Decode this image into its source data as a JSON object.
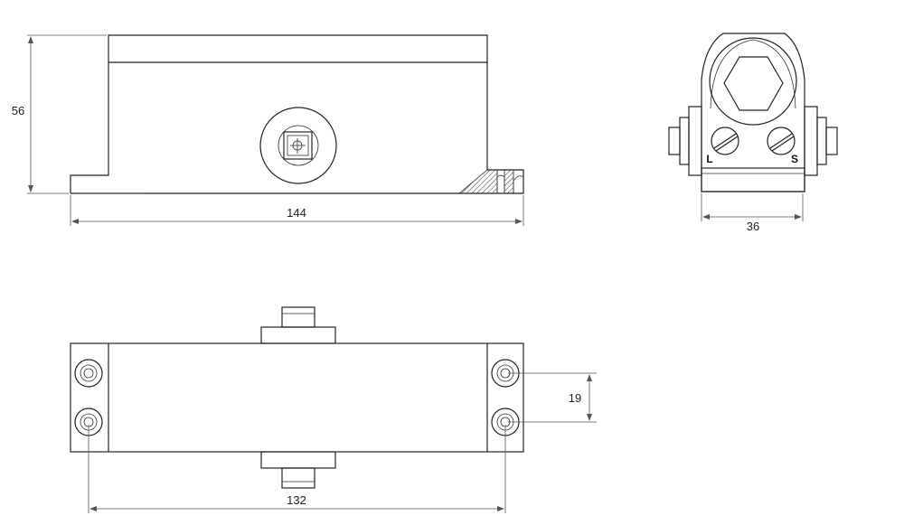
{
  "dimensions": {
    "height": "56",
    "length": "144",
    "width": "36",
    "hole_spacing": "19",
    "mount_length": "132"
  },
  "valve_labels": {
    "left": "L",
    "right": "S"
  }
}
